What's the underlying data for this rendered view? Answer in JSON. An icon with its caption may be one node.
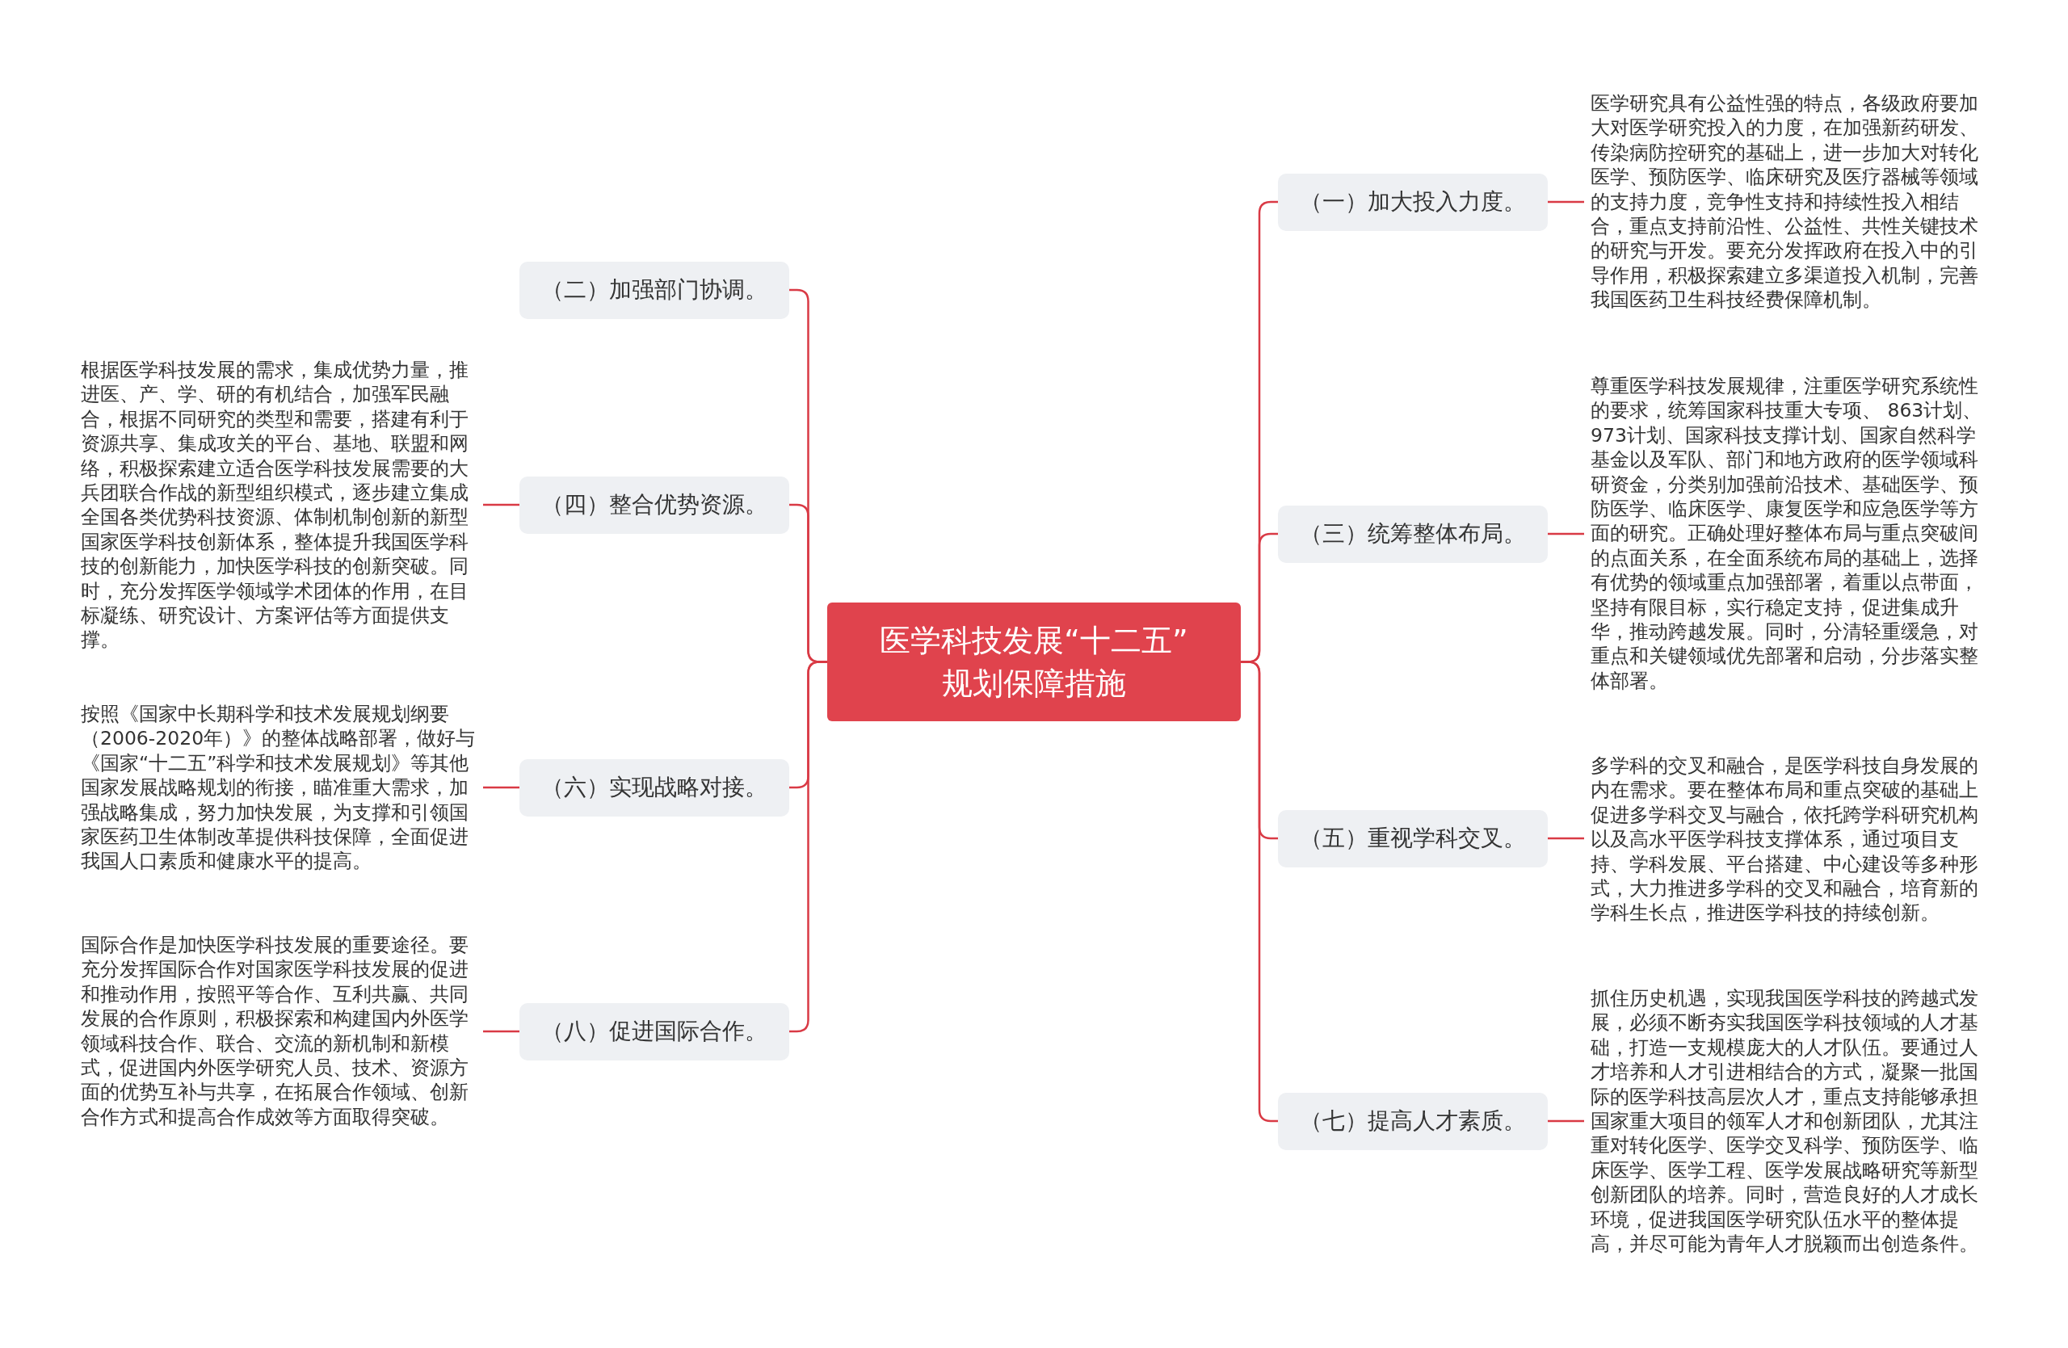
{
  "diagram": {
    "nodes": [
      {
        "text": [
          "医学科技发展“十二五”规划保障措施"
        ]
      },
      {
        "text": [
          "（一）加大投入力度。"
        ]
      },
      {
        "text": [
          "医学研究具有公益性强的特点，各级政府要加大对医学研究投入的力度，在加强新药研发、传染病防控研究的基础上，进一步加大对转化医学、预防医学、临床研究及医疗器械等领域的支持力度，竞争性支持和持续性投入相结合，重点支持前沿性、公益性、共性关键技术的研究与开发。要充分发挥政府在投入中的引导作用，积极探索建立多渠道投入机制，完善我国医药卫生科技经费保障机制。"
        ]
      },
      {
        "text": [
          "（二）加强部门协调。"
        ]
      },
      {
        "text": [
          "（三）统筹整体布局。"
        ]
      },
      {
        "text": [
          "尊重医学科技发展规律，注重医学研究系统性的要求，统筹国家科技重大专项、 863计划、973计划、国家科技支撑计划、国家自然科学基金以及军队、部门和地方政府的医学领域科研资金，分类别加强前沿技术、基础医学、预防医学、临床医学、康复医学和应急医学等方面的研究。正确处理好整体布局与重点突破间的点面关系，在全面系统布局的基础上，选择有优势的领域重点加强部署，着重以点带面，坚持有限目标，实行稳定支持，促进集成升华，推动跨越发展。同时，分清轻重缓急，对重点和关键领域优先部署和启动，分步落实整体部署。"
        ]
      },
      {
        "text": [
          "（四）整合优势资源。"
        ]
      },
      {
        "text": [
          "根据医学科技发展的需求，集成优势力量，推进医、产、学、研的有机结合，加强军民融合，根据不同研究的类型和需要，搭建有利于资源共享、集成攻关的平台、基地、联盟和网络，积极探索建立适合医学科技发展需要的大兵团联合作战的新型组织模式，逐步建立集成全国各类优势科技资源、体制机制创新的新型国家医学科技创新体系，整体提升我国医学科技的创新能力，加快医学科技的创新突破。同时，充分发挥医学领域学术团体的作用，在目标凝练、研究设计、方案评估等方面提供支撑。"
        ]
      },
      {
        "text": [
          "（五）重视学科交叉。"
        ]
      },
      {
        "text": [
          "多学科的交叉和融合，是医学科技自身发展的内在需求。要在整体布局和重点突破的基础上促进多学科交叉与融合，依托跨学科研究机构以及高水平医学科技支撑体系，通过项目支持、学科发展、平台搭建、中心建设等多种形式，大力推进多学科的交叉和融合，培育新的学科生长点，推进医学科技的持续创新。"
        ]
      },
      {
        "text": [
          "（六）实现战略对接。"
        ]
      },
      {
        "text": [
          "按照《国家中长期科学和技术发展规划纲要（2006-2020年）》的整体战略部署，做好与《国家“十二五”科学和技术发展规划》等其他国家发展战略规划的衔接，瞄准重大需求，加强战略集成，努力加快发展，为支撑和引领国家医药卫生体制改革提供科技保障，全面促进我国人口素质和健康水平的提高。"
        ]
      },
      {
        "text": [
          "（七）提高人才素质。"
        ]
      },
      {
        "text": [
          "抓住历史机遇，实现我国医学科技的跨越式发展，必须不断夯实我国医学科技领域的人才基础，打造一支规模庞大的人才队伍。要通过人才培养和人才引进相结合的方式，凝聚一批国际的医学科技高层次人才，重点支持能够承担国家重大项目的领军人才和创新团队，尤其注重对转化医学、医学交叉科学、预防医学、临床医学、医学工程、医学发展战略研究等新型创新团队的培养。同时，营造良好的人才成长环境，促进我国医学研究队伍水平的整体提高，并尽可能为青年人才脱颖而出创造条件。"
        ]
      },
      {
        "text": [
          "（八）促进国际合作。"
        ]
      },
      {
        "text": [
          "国际合作是加快医学科技发展的重要途径。要充分发挥国际合作对国家医学科技发展的促进和推动作用，按照平等合作、互利共赢、共同发展的合作原则，积极探索和构建国内外医学领域科技合作、联合、交流的新机制和新模式，促进国内外医学研究人员、技术、资源方面的优势互补与共享，在拓展合作领域、创新合作方式和提高合作成效等方面取得突破。"
        ]
      }
    ],
    "edges": [
      {
        "from": 0,
        "to": 1,
        "arrow": "none"
      },
      {
        "from": 0,
        "to": 3,
        "arrow": "none"
      },
      {
        "from": 0,
        "to": 4,
        "arrow": "none"
      },
      {
        "from": 0,
        "to": 6,
        "arrow": "none"
      },
      {
        "from": 0,
        "to": 8,
        "arrow": "none"
      },
      {
        "from": 0,
        "to": 10,
        "arrow": "none"
      },
      {
        "from": 0,
        "to": 12,
        "arrow": "none"
      },
      {
        "from": 0,
        "to": 14,
        "arrow": "none"
      },
      {
        "from": 1,
        "to": 2,
        "arrow": "none"
      },
      {
        "from": 4,
        "to": 5,
        "arrow": "none"
      },
      {
        "from": 6,
        "to": 7,
        "arrow": "none"
      },
      {
        "from": 8,
        "to": 9,
        "arrow": "none"
      },
      {
        "from": 10,
        "to": 11,
        "arrow": "none"
      },
      {
        "from": 12,
        "to": 13,
        "arrow": "none"
      },
      {
        "from": 14,
        "to": 15,
        "arrow": "none"
      }
    ]
  }
}
